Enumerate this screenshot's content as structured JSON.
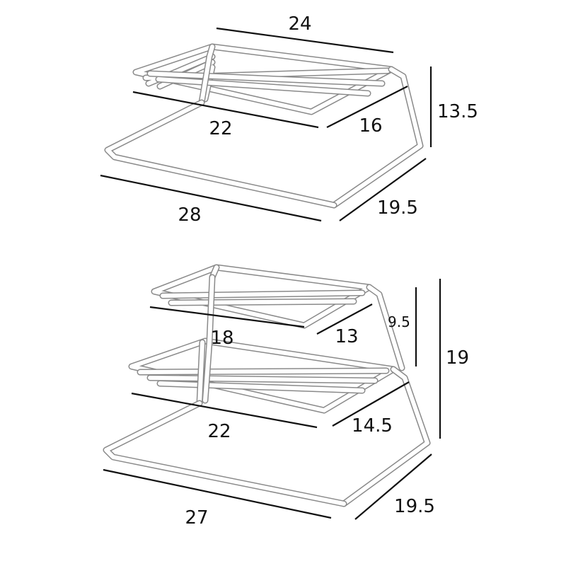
{
  "figure": {
    "colors": {
      "rack": "#ffffff",
      "rack_edge": "#8a8a8a",
      "dimension": "#111111",
      "background": "#ffffff"
    },
    "rack_two_tier": {
      "top_width": "24",
      "shelf_width": "22",
      "shelf_depth": "16",
      "height": "13.5",
      "base_width": "28",
      "base_depth": "19.5"
    },
    "rack_three_tier": {
      "top_shelf_width": "18",
      "top_shelf_depth": "13",
      "top_gap": "9.5",
      "height": "19",
      "mid_shelf_width": "22",
      "mid_shelf_depth": "14.5",
      "base_width": "27",
      "base_depth": "19.5"
    }
  }
}
